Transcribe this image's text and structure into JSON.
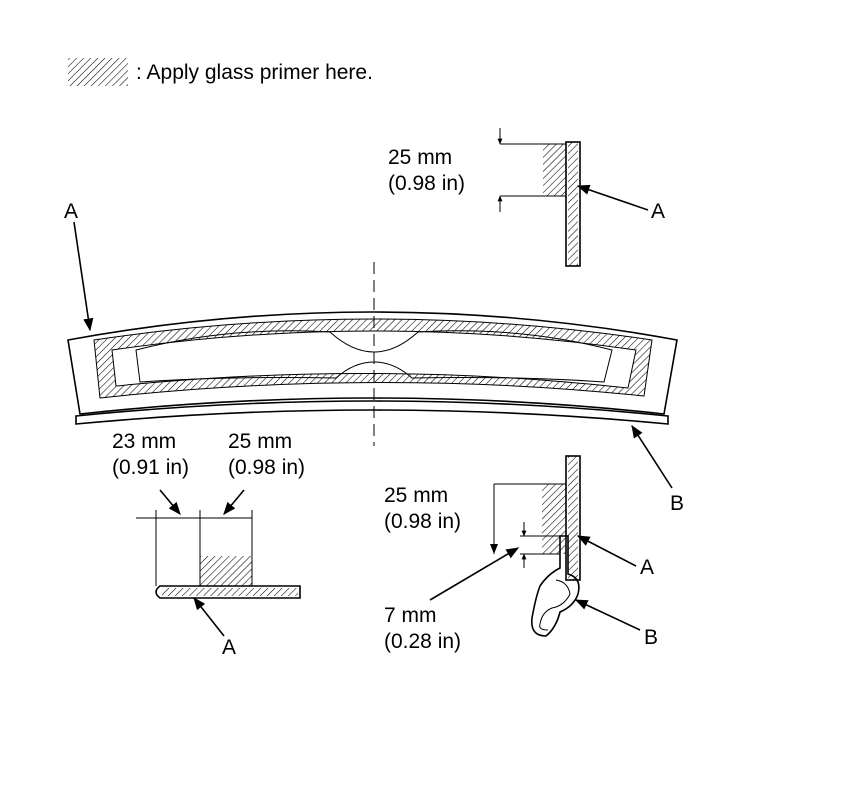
{
  "legend": {
    "text": ": Apply glass primer here."
  },
  "callouts": {
    "a": "A",
    "b": "B"
  },
  "dimensions": {
    "top_detail_mm": "25 mm",
    "top_detail_in": "(0.98 in)",
    "left_detail_1_mm": "23 mm",
    "left_detail_1_in": "(0.91 in)",
    "left_detail_2_mm": "25 mm",
    "left_detail_2_in": "(0.98 in)",
    "bottom_detail_1_mm": "25 mm",
    "bottom_detail_1_in": "(0.98 in)",
    "bottom_detail_2_mm": "7 mm",
    "bottom_detail_2_in": "(0.28 in)"
  }
}
